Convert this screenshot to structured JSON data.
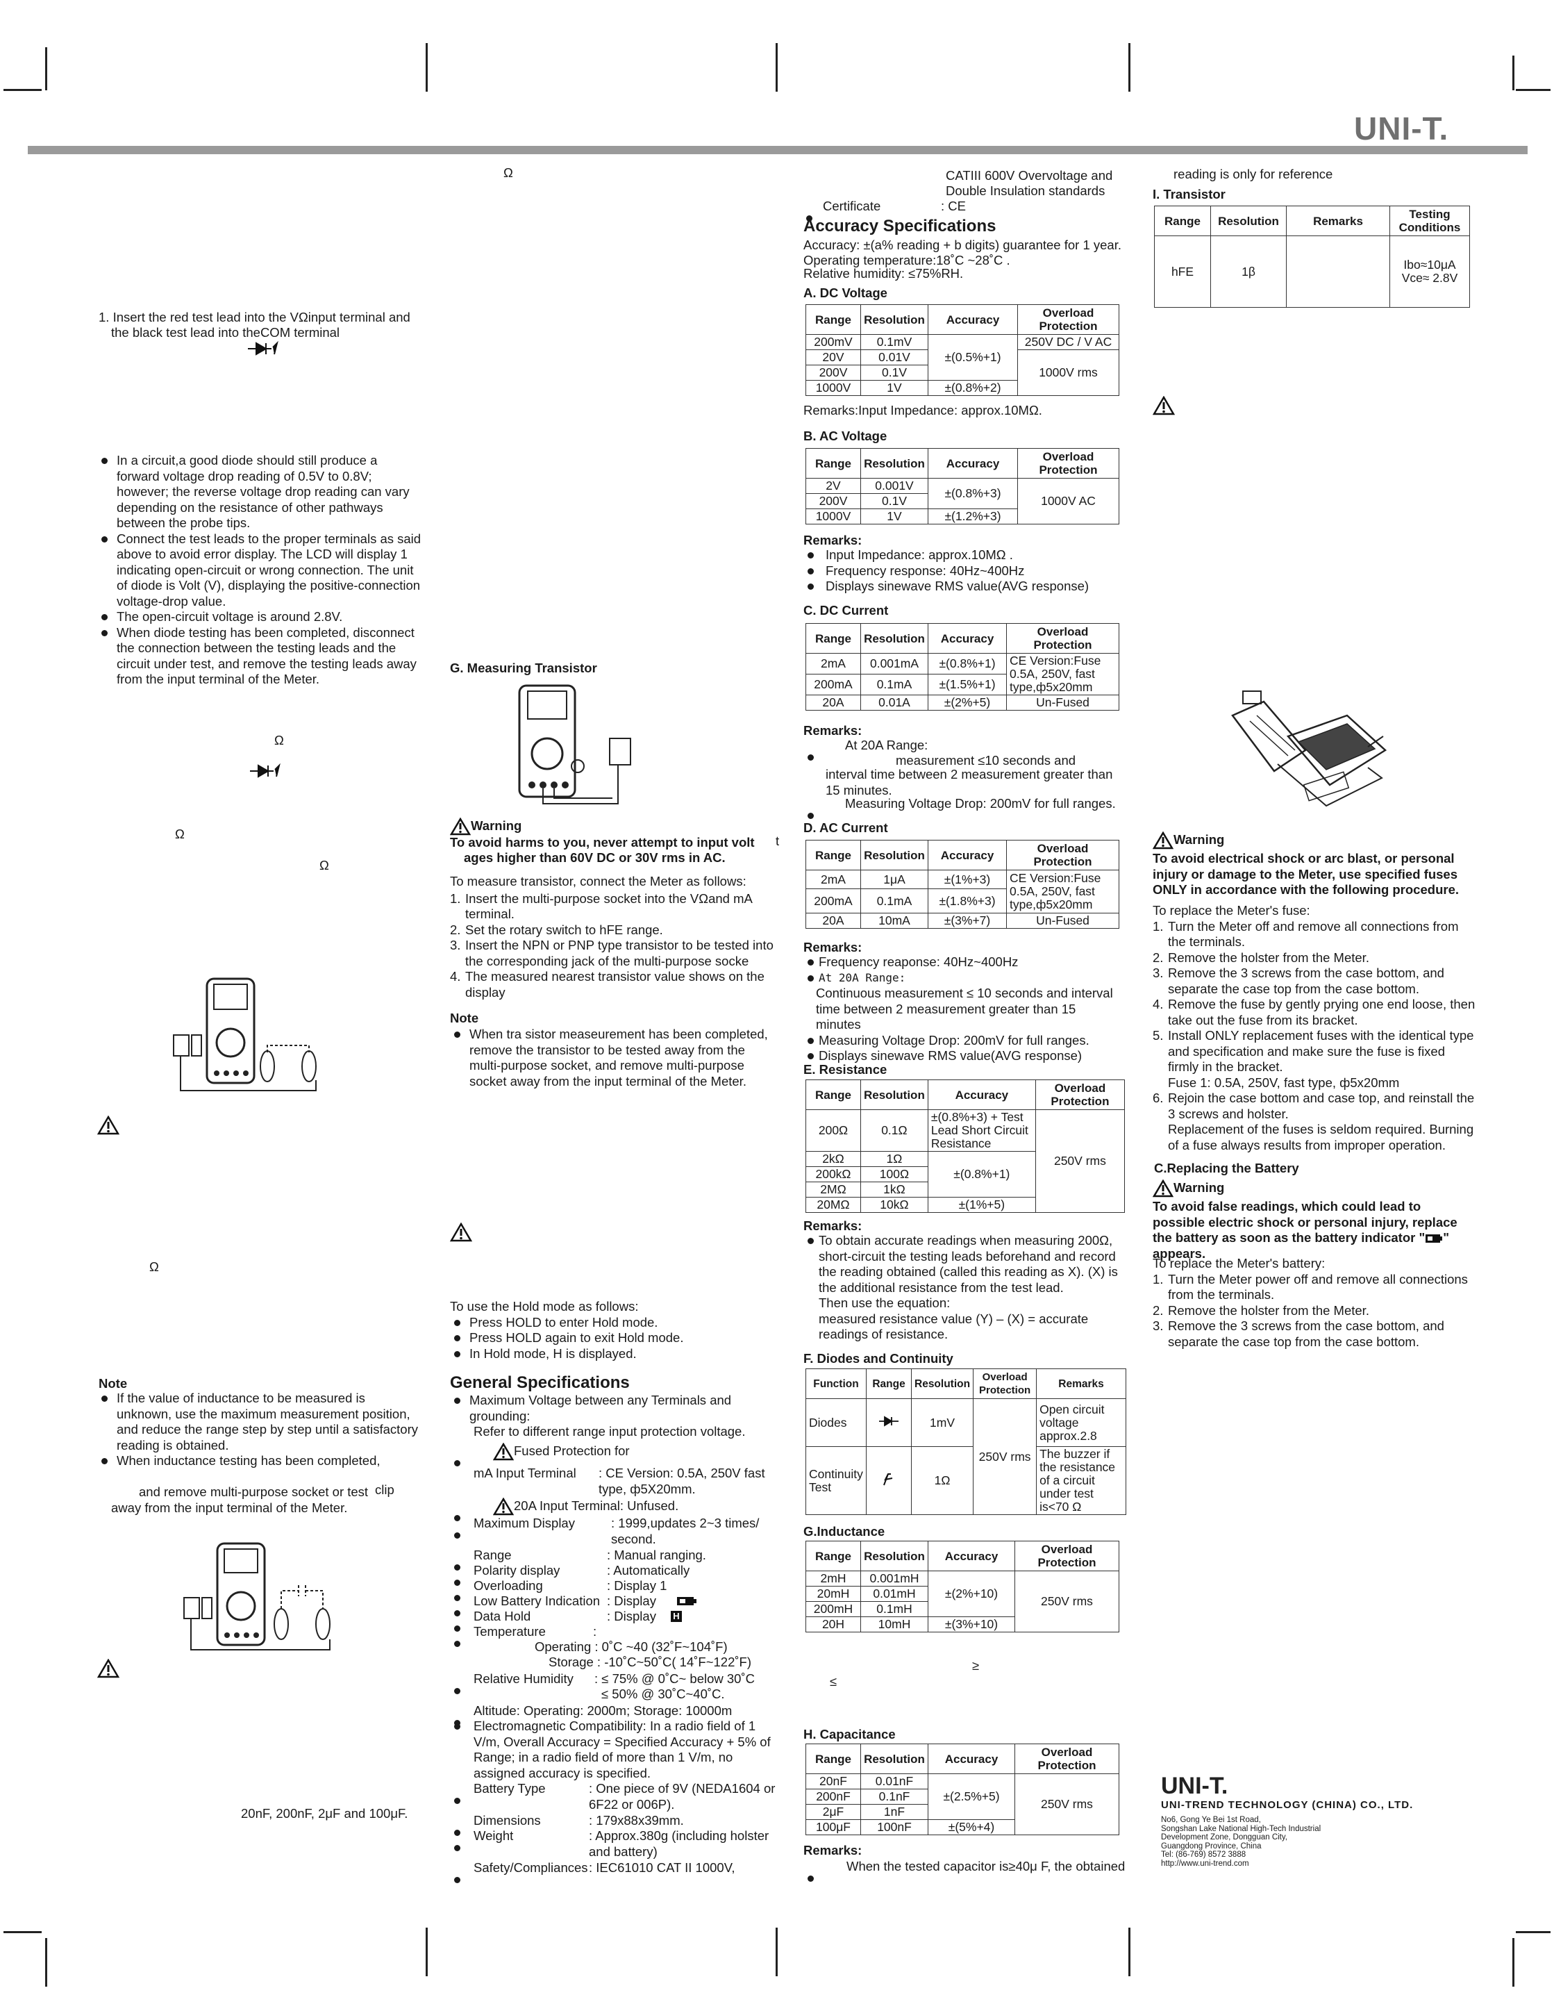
{
  "brand": "UNI-T.",
  "col1": {
    "step1": "1. Insert the red test lead into the VΩinput terminal and",
    "step1b": "the black test lead into theCOM terminal",
    "bullets": [
      "In a circuit,a good diode should still produce a forward voltage drop reading of 0.5V to 0.8V; however; the reverse voltage drop reading can vary depending on the resistance of other pathways between the probe tips.",
      "Connect the test leads to the proper terminals as said above to avoid error display. The LCD will display 1 indicating open-circuit or wrong connection. The unit of diode is Volt (V), displaying the positive-connection voltage-drop value.",
      "The open-circuit voltage is around 2.8V.",
      "When diode testing has been completed, disconnect the connection between the testing leads and the circuit under test, and remove the testing leads away from the input terminal of the Meter."
    ],
    "omega": "Ω",
    "note_title": "Note",
    "note1": "If the value of inductance to be measured is unknown, use the maximum measurement position, and reduce the range step by step until a satisfactory reading is obtained.",
    "note2": "When inductance testing has been completed,",
    "note3a": "and remove multi-purpose socket or test",
    "note3b": "clip",
    "note3c": "away from the input terminal of the Meter.",
    "cap_ranges": "20nF, 200nF, 2μF and 100μF."
  },
  "col2": {
    "omega": "Ω",
    "transistor_title": "G. Measuring Transistor",
    "warning": "Warning",
    "warn_line1": "To avoid harms to you, never attempt to input volt",
    "warn_t": "t",
    "warn_line2": "ages higher than 60V DC or 30V rms in AC.",
    "intro": "To measure transistor, connect the Meter as follows:",
    "steps": [
      "Insert the multi-purpose socket into the VΩand mA terminal.",
      "Set the rotary switch to hFE range.",
      "Insert the NPN or PNP type transistor to be tested into the corresponding jack of the multi-purpose socke",
      "The measured nearest transistor value shows on the display"
    ],
    "note_title": "Note",
    "note": "When tra sistor measeurement has been completed, remove the transistor to be tested away from the multi-purpose socket, and remove multi-purpose socket away from the input terminal of the Meter.",
    "hold_intro": "To use the Hold mode as follows:",
    "hold": [
      "Press HOLD to enter Hold mode.",
      "Press HOLD again to exit Hold mode.",
      "In Hold mode, H is displayed."
    ],
    "gen_title": "General Specifications",
    "gen1": "Maximum Voltage between any Terminals and grounding:",
    "gen1b": "Refer to different range input protection voltage.",
    "fuse_label": "Fused Protection for",
    "fuse_ma": "mA Input Terminal",
    "fuse_ma_val": ": CE Version: 0.5A, 250V fast type, ф5X20mm.",
    "fuse_20a": "20A Input Terminal",
    "fuse_20a_val": ": Unfused.",
    "specs": [
      {
        "k": "Maximum Display",
        "v": ": 1999,updates 2~3 times/ second."
      },
      {
        "k": "Range",
        "v": ": Manual ranging."
      },
      {
        "k": "Polarity display",
        "v": ": Automatically"
      },
      {
        "k": "Overloading",
        "v": ": Display 1"
      },
      {
        "k": "Low Battery Indication",
        "v": ": Display"
      },
      {
        "k": "Data Hold",
        "v": ": Display"
      }
    ],
    "temp": "Temperature",
    "temp_colon": ":",
    "temp_op": "Operating : 0˚C ~40 (32˚F~104˚F)",
    "temp_st": "Storage : -10˚C~50˚C( 14˚F~122˚F)",
    "rh_k": "Relative Humidity",
    "rh_v1": ": ≤ 75% @ 0˚C~ below 30˚C",
    "rh_v2": "≤ 50% @ 30˚C~40˚C.",
    "alt": "Altitude: Operating: 2000m; Storage: 10000m",
    "emc": "Electromagnetic Compatibility: In a radio field of 1 V/m, Overall Accuracy = Specified Accuracy + 5% of Range; in a radio field of more than 1 V/m, no assigned accuracy is specified.",
    "batt_k": "Battery Type",
    "batt_v": ": One piece of 9V (NEDA1604 or 6F22 or 006P).",
    "dim_k": "Dimensions",
    "dim_v": ": 179x88x39mm.",
    "wt_k": "Weight",
    "wt_v": ": Approx.380g (including holster and battery)",
    "safe_k": "Safety/Compliances",
    "safe_v": ": IEC61010 CAT II 1000V,"
  },
  "col3": {
    "cat": "CATIII 600V Overvoltage and",
    "cat2": "Double Insulation standards",
    "cert": "Certificate",
    "cert_v": ": CE",
    "acc_title": "Accuracy Specifications",
    "acc1": "Accuracy: ±(a% reading + b digits) guarantee for 1 year.",
    "acc2": "Operating temperature:18˚C ~28˚C .",
    "acc3": "Relative humidity: ≤75%RH.",
    "dcv_title": "A. DC Voltage",
    "dcv_remark": "Remarks:Input Impedance: approx.10MΩ.",
    "acv_title": "B. AC Voltage",
    "remarks": "Remarks:",
    "acv_r": [
      "Input Impedance: approx.10MΩ .",
      "Frequency response: 40Hz~400Hz",
      "Displays sinewave RMS value(AVG response)"
    ],
    "dca_title": "C. DC Current",
    "dca_r1": "At 20A Range:",
    "dca_r1b": "measurement ≤10 seconds and",
    "dca_r1c": "interval time between 2 measurement greater than 15 minutes.",
    "dca_r2": "Measuring Voltage Drop: 200mV for full ranges.",
    "aca_title": "D. AC Current",
    "aca_r": [
      "Frequency reaponse: 40Hz~400Hz",
      "At 20A Range:"
    ],
    "aca_r2b": "Continuous measurement ≤ 10 seconds and interval time between 2 measurement greater than 15 minutes",
    "aca_r3": "Measuring Voltage Drop: 200mV for full ranges.",
    "aca_r4": "Displays sinewave RMS value(AVG response)",
    "res_title": "E. Resistance",
    "res_r1": "To obtain accurate readings when measuring 200Ω, short-circuit the testing leads beforehand and record the reading obtained (called this reading as X). (X) is the additional resistance from the test lead.",
    "res_r2": "Then use the equation:",
    "res_r3": "measured resistance value (Y) – (X) = accurate readings of resistance.",
    "dio_title": "F. Diodes and Continuity",
    "ind_title": "G.Inductance",
    "ge": "≥",
    "le": "≤",
    "cap_title": "H. Capacitance",
    "cap_remark": "When the tested capacitor is≥40μ F, the obtained"
  },
  "col4": {
    "ref": "reading is only for reference",
    "tr_title": "I. Transistor",
    "warning": "Warning",
    "fuse_warn": "To avoid electrical shock or arc blast, or personal injury or damage to the Meter, use specified fuses ONLY in accordance with the following procedure.",
    "fuse_intro": "To replace the Meter's fuse:",
    "fuse_steps": [
      "Turn the Meter off and remove all connections from the terminals.",
      "Remove the holster from the Meter.",
      "Remove the 3 screws from the case bottom, and separate the case top from the case bottom.",
      "Remove the fuse by gently prying one end loose, then take out the fuse from its bracket.",
      "Install ONLY replacement fuses with the identical type and specification and make sure the fuse is fixed firmly in the bracket.",
      "Rejoin the case bottom and case top, and reinstall the 3 screws and holster."
    ],
    "fuse1": "Fuse 1: 0.5A, 250V, fast type, ф5x20mm",
    "fuse_note": "Replacement of the fuses is seldom required. Burning of a fuse always results from improper operation.",
    "batt_title": "C.Replacing the Battery",
    "batt_warn1": "To avoid false readings, which could lead to possible electric shock or personal injury, replace the battery as soon as the battery indicator \"",
    "batt_warn2": "\" appears.",
    "batt_intro": "To replace the Meter's battery:",
    "batt_steps": [
      "Turn the Meter power off and remove all connections from the terminals.",
      "Remove the holster from the Meter.",
      "Remove the 3 screws from the case bottom, and separate the case top from the case bottom."
    ],
    "co_name": "UNI-TREND TECHNOLOGY (CHINA) CO., LTD.",
    "addr": [
      "No6, Gong Ye Bei 1st Road,",
      "Songshan Lake National High-Tech Industrial",
      "Development Zone, Dongguan City,",
      "Guangdong Province, China",
      "Tel: (86-769) 8572 3888",
      "http://www.uni-trend.com"
    ]
  },
  "tables": {
    "dcv": {
      "h": [
        "Range",
        "Resolution",
        "Accuracy",
        "Overload Protection"
      ],
      "r": [
        [
          "200mV",
          "0.1mV",
          "±(0.5%+1)",
          "250V DC / V AC"
        ],
        [
          "20V",
          "0.01V"
        ],
        [
          "200V",
          "0.1V",
          "1000V rms"
        ],
        [
          "1000V",
          "1V",
          "±(0.8%+2)"
        ]
      ]
    },
    "acv": {
      "h": [
        "Range",
        "Resolution",
        "Accuracy",
        "Overload Protection"
      ],
      "r": [
        [
          "2V",
          "0.001V",
          "±(0.8%+3)",
          "1000V AC"
        ],
        [
          "200V",
          "0.1V"
        ],
        [
          "1000V",
          "1V",
          "±(1.2%+3)"
        ]
      ]
    },
    "dca": {
      "h": [
        "Range",
        "Resolution",
        "Accuracy",
        "Overload Protection"
      ],
      "r": [
        [
          "2mA",
          "0.001mA",
          "±(0.8%+1)",
          "CE Version:Fuse 0.5A, 250V, fast type,ф5x20mm"
        ],
        [
          "200mA",
          "0.1mA",
          "±(1.5%+1)"
        ],
        [
          "20A",
          "0.01A",
          "±(2%+5)",
          "Un-Fused"
        ]
      ]
    },
    "aca": {
      "h": [
        "Range",
        "Resolution",
        "Accuracy",
        "Overload Protection"
      ],
      "r": [
        [
          "2mA",
          "1μA",
          "±(1%+3)",
          "CE Version:Fuse 0.5A, 250V, fast type,ф5x20mm"
        ],
        [
          "200mA",
          "0.1mA",
          "±(1.8%+3)"
        ],
        [
          "20A",
          "10mA",
          "±(3%+7)",
          "Un-Fused"
        ]
      ]
    },
    "res": {
      "h": [
        "Range",
        "Resolution",
        "Accuracy",
        "Overload Protection"
      ],
      "r": [
        [
          "200Ω",
          "0.1Ω",
          "±(0.8%+3) + Test Lead Short Circuit Resistance",
          "250V rms"
        ],
        [
          "2kΩ",
          "1Ω",
          "±(0.8%+1)"
        ],
        [
          "200kΩ",
          "100Ω"
        ],
        [
          "2MΩ",
          "1kΩ"
        ],
        [
          "20MΩ",
          "10kΩ",
          "±(1%+5)"
        ]
      ]
    },
    "dio": {
      "h": [
        "Function",
        "Range",
        "Resolution",
        "Overload Protection",
        "Remarks"
      ],
      "r": [
        [
          "Diodes",
          "1mV",
          "250V rms",
          "Open circuit voltage approx.2.8"
        ],
        [
          "Continuity Test",
          "1Ω",
          "The buzzer if the resistance of a circuit under test is<70 Ω"
        ]
      ]
    },
    "ind": {
      "h": [
        "Range",
        "Resolution",
        "Accuracy",
        "Overload Protection"
      ],
      "r": [
        [
          "2mH",
          "0.001mH",
          "±(2%+10)",
          "250V rms"
        ],
        [
          "20mH",
          "0.01mH"
        ],
        [
          "200mH",
          "0.1mH"
        ],
        [
          "20H",
          "10mH",
          "±(3%+10)"
        ]
      ]
    },
    "cap": {
      "h": [
        "Range",
        "Resolution",
        "Accuracy",
        "Overload Protection"
      ],
      "r": [
        [
          "20nF",
          "0.01nF",
          "±(2.5%+5)",
          "250V rms"
        ],
        [
          "200nF",
          "0.1nF"
        ],
        [
          "2μF",
          "1nF"
        ],
        [
          "100μF",
          "100nF",
          "±(5%+4)"
        ]
      ]
    },
    "tr": {
      "h": [
        "Range",
        "Resolution",
        "Remarks",
        "Testing Conditions"
      ],
      "r": [
        [
          "hFE",
          "1β",
          "",
          "Ibo≈10μA Vce≈ 2.8V"
        ]
      ]
    }
  }
}
